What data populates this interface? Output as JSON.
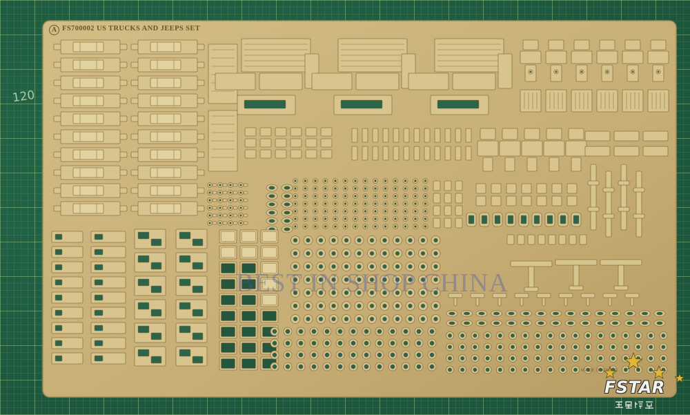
{
  "fret": {
    "badge_letter": "A",
    "title": "FS700002 US TRUCKS AND JEEPS SET",
    "made_in": "MADE IN CHINA"
  },
  "mat": {
    "ruler_number": "120"
  },
  "watermark": {
    "text": "BEST IN SHOP CHINA"
  },
  "logo": {
    "name": "FSTAR",
    "subtitle": "五星模型",
    "star_color": "#e0b63a"
  },
  "colors": {
    "fret_light": "#cfb880",
    "fret_dark": "#b79d65",
    "part": "#d8c48e",
    "part_alt": "#e2d29f",
    "outline": "#8f7645",
    "hole": "#2d6449",
    "hole_dark": "#24553d",
    "engrave": "#6b5629"
  }
}
